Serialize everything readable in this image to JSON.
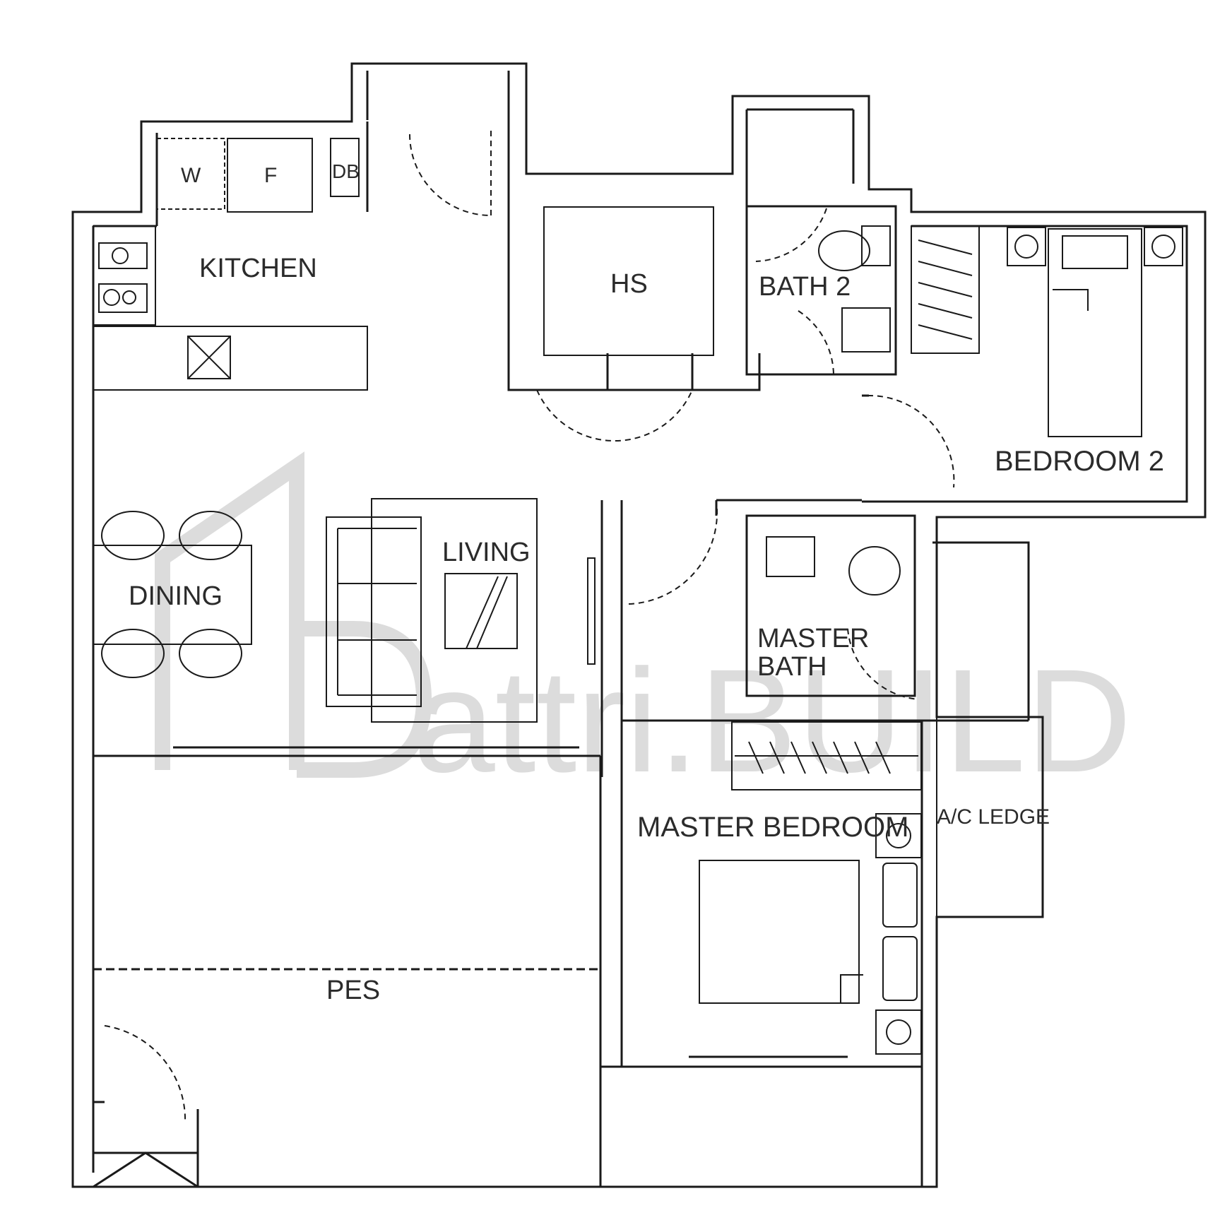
{
  "plan": {
    "rooms": {
      "kitchen": "KITCHEN",
      "washer": "W",
      "fridge": "F",
      "db": "DB",
      "hs": "HS",
      "bath2": "BATH 2",
      "bedroom2": "BEDROOM 2",
      "dining": "DINING",
      "living": "LIVING",
      "master_bath_line1": "MASTER",
      "master_bath_line2": "BATH",
      "master_bedroom": "MASTER BEDROOM",
      "ac_ledge": "A/C LEDGE",
      "pes": "PES"
    },
    "watermark": "attri.BUILD",
    "colors": {
      "line": "#1a1a1a",
      "text": "#2b2b2b",
      "watermark": "#dcdcdc",
      "background": "#ffffff"
    }
  }
}
